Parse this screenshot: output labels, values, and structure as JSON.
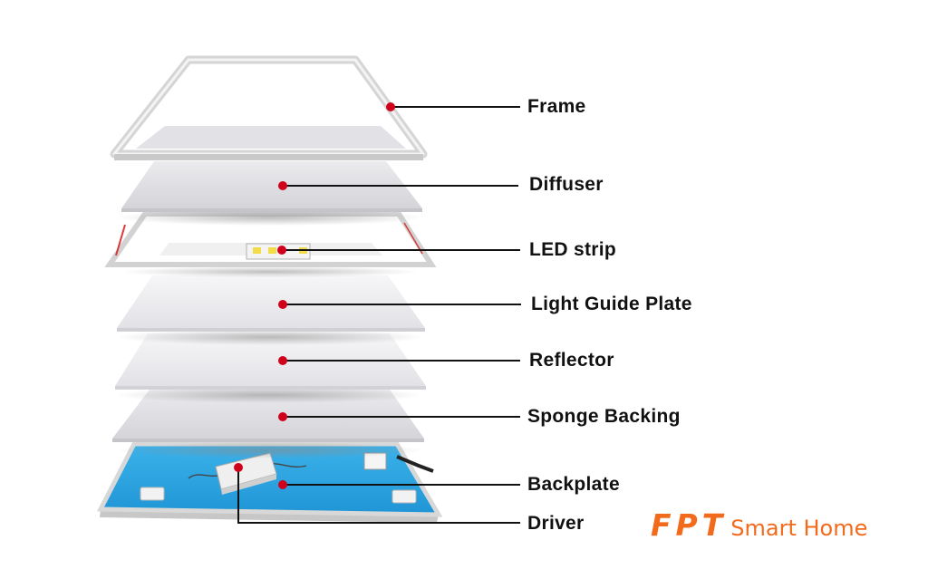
{
  "diagram": {
    "labels": {
      "frame": "Frame",
      "diffuser": "Diffuser",
      "led_strip": "LED strip",
      "light_guide_plate": "Light Guide Plate",
      "reflector": "Reflector",
      "sponge_backing": "Sponge Backing",
      "backplate": "Backplate",
      "driver": "Driver"
    },
    "colors": {
      "dot": "#d0021b",
      "leader": "#111111",
      "backplate": "#2aa3e0",
      "frame": "#d6d6d6"
    }
  },
  "brand": {
    "mark": "FPT",
    "text": "Smart Home",
    "color": "#f26b1d"
  }
}
